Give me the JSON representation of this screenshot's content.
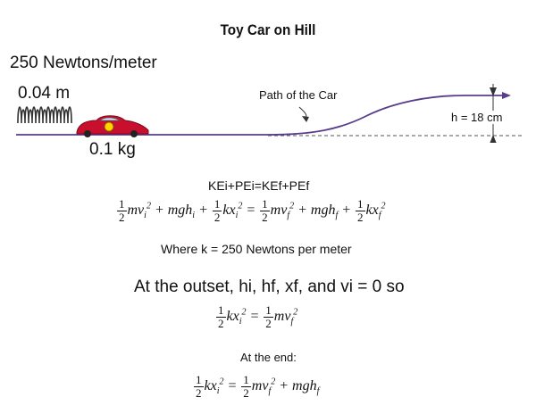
{
  "title": "Toy Car on Hill",
  "diagram": {
    "spring_constant": "250 Newtons/meter",
    "compression": "0.04 m",
    "mass": "0.1 kg",
    "path_label": "Path of the Car",
    "height_label": "h = 18 cm",
    "car_color": "#c8102e",
    "path_color": "#5a3c8c"
  },
  "equations": {
    "energy_text": "KEi+PEi=KEf+PEf",
    "k_statement": "Where k = 250 Newtons per meter",
    "outset_text": "At the outset, hi, hf, xf, and vi = 0 so",
    "end_text": "At the end:"
  }
}
